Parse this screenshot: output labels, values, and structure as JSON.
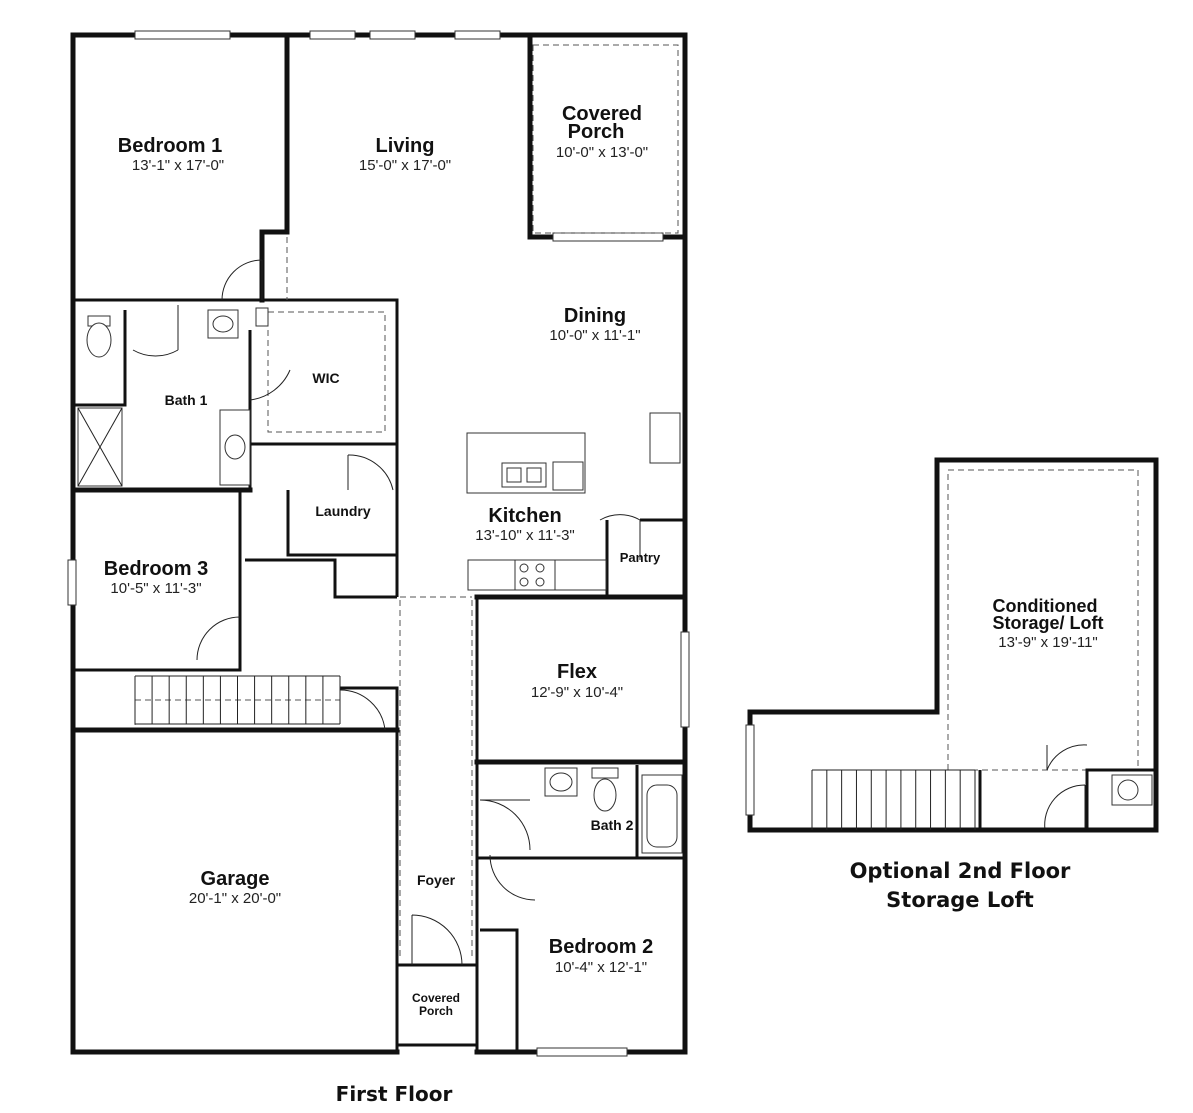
{
  "rooms": {
    "bedroom1": {
      "name": "Bedroom 1",
      "dim": "13'-1\" x 17'-0\""
    },
    "living": {
      "name": "Living",
      "dim": "15'-0\" x 17'-0\""
    },
    "covered_porch": {
      "name_line1": "Covered",
      "name_line2": "Porch",
      "dim": "10'-0\" x 13'-0\""
    },
    "dining": {
      "name": "Dining",
      "dim": "10'-0\" x 11'-1\""
    },
    "wic": {
      "name": "WIC"
    },
    "bath1": {
      "name": "Bath 1"
    },
    "laundry": {
      "name": "Laundry"
    },
    "kitchen": {
      "name": "Kitchen",
      "dim": "13'-10\" x 11'-3\""
    },
    "pantry": {
      "name": "Pantry"
    },
    "bedroom3": {
      "name": "Bedroom 3",
      "dim": "10'-5\" x 11'-3\""
    },
    "flex": {
      "name": "Flex",
      "dim": "12'-9\" x 10'-4\""
    },
    "bath2": {
      "name": "Bath 2"
    },
    "garage": {
      "name": "Garage",
      "dim": "20'-1\" x 20'-0\""
    },
    "foyer": {
      "name": "Foyer"
    },
    "bedroom2": {
      "name": "Bedroom 2",
      "dim": "10'-4\" x 12'-1\""
    },
    "front_porch": {
      "name_line1": "Covered",
      "name_line2": "Porch"
    },
    "loft": {
      "name_line1": "Conditioned",
      "name_line2": "Storage/ Loft",
      "dim": "13'-9\" x 19'-11\""
    }
  },
  "captions": {
    "first_floor": "First Floor",
    "second_floor_line1": "Optional 2nd Floor",
    "second_floor_line2": "Storage Loft"
  }
}
